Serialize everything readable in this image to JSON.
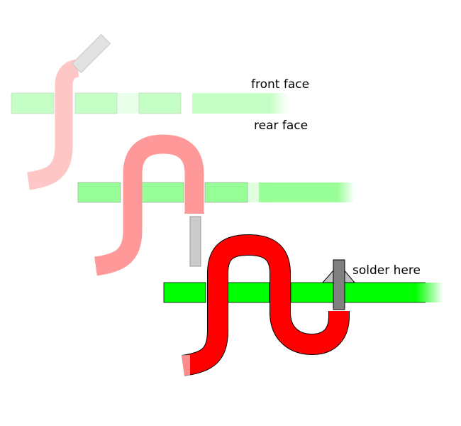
{
  "labels": {
    "front_face": "front face",
    "rear_face": "rear face",
    "solder_here": "solder here"
  },
  "stages": [
    {
      "name": "stage-1",
      "opacity": 0.25
    },
    {
      "name": "stage-2",
      "opacity": 0.4
    },
    {
      "name": "stage-3",
      "opacity": 1.0
    }
  ],
  "colors": {
    "board": "#00ff00",
    "wire": "#ff0000",
    "pin": "#808080",
    "pin_light": "#cccccc",
    "solder": "#bfbfbf",
    "outline": "#000000"
  }
}
